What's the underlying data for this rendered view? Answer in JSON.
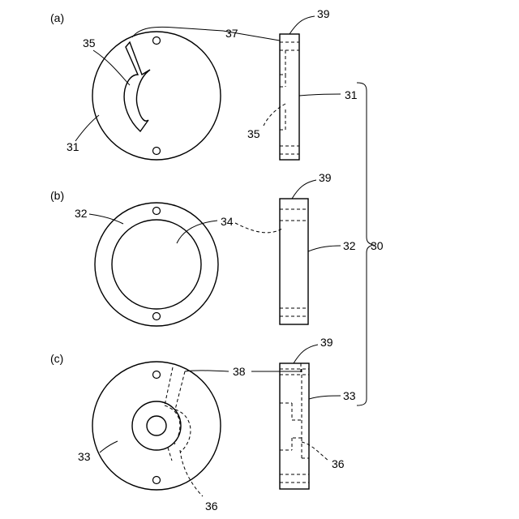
{
  "panels": {
    "a": {
      "label": "(a)",
      "ref_35_front": "35",
      "ref_37": "37",
      "ref_39": "39",
      "ref_31_front": "31",
      "ref_31_side": "31",
      "ref_35_side": "35"
    },
    "b": {
      "label": "(b)",
      "ref_32_front": "32",
      "ref_34": "34",
      "ref_39": "39",
      "ref_32_side": "32",
      "ref_30": "30"
    },
    "c": {
      "label": "(c)",
      "ref_38": "38",
      "ref_39": "39",
      "ref_33_side": "33",
      "ref_33_front": "33",
      "ref_36_side": "36",
      "ref_36_front": "36"
    }
  }
}
